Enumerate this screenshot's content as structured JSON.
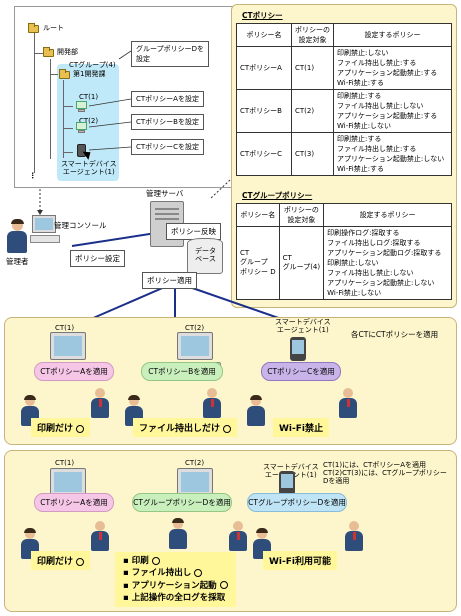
{
  "tree": {
    "root": "ルート",
    "dev_dept": "開発部",
    "ct_group": "CTグループ(4)",
    "dev_section": "第1開発課",
    "ct1": "CT(1)",
    "ct2": "CT(2)",
    "sd_agent": "スマートデバイス\nエージェント(1)",
    "dots": "⋮",
    "callouts": {
      "group_policy": "グループポリシーDを\n設定",
      "policy_a": "CTポリシーAを設定",
      "policy_b": "CTポリシーBを設定",
      "policy_c": "CTポリシーCを設定"
    }
  },
  "ct_policy": {
    "title": "CTポリシー",
    "headers": [
      "ポリシー名",
      "ポリシーの\n設定対象",
      "設定するポリシー"
    ],
    "rows": [
      {
        "name": "CTポリシーA",
        "target": "CT(1)",
        "settings": "印刷禁止:しない\nファイル持出し禁止:する\nアプリケーション起動禁止:する\nWi-Fi禁止:する"
      },
      {
        "name": "CTポリシーB",
        "target": "CT(2)",
        "settings": "印刷禁止:する\nファイル持出し禁止:しない\nアプリケーション起動禁止:する\nWi-Fi禁止:しない"
      },
      {
        "name": "CTポリシーC",
        "target": "CT(3)",
        "settings": "印刷禁止:する\nファイル持出し禁止:する\nアプリケーション起動禁止:しない\nWi-Fi禁止:する"
      }
    ]
  },
  "ct_group_policy": {
    "title": "CTグループポリシー",
    "headers": [
      "ポリシー名",
      "ポリシーの\n設定対象",
      "設定するポリシー"
    ],
    "row": {
      "name": "CT\nグループ\nポリシー D",
      "target": "CT\nグループ(4)",
      "settings": "印刷操作ログ:採取する\nファイル持出しログ:採取する\nアプリケーション起動ログ:採取する\n印刷禁止:しない\nファイル持出し禁止:しない\nアプリケーション起動禁止:しない\nWi-Fi禁止:しない"
    }
  },
  "middle": {
    "admin_console": "管理コンソール",
    "admin": "管理者",
    "policy_setting": "ポリシー設定",
    "mgmt_server": "管理サーバ",
    "policy_reflect": "ポリシー反映",
    "database": "データ\nベース",
    "policy_apply": "ポリシー適用"
  },
  "section1": {
    "header": "各CTにCTポリシーを適用",
    "ct1": "CT(1)",
    "ct2": "CT(2)",
    "sd": "スマートデバイス\nエージェント(1)",
    "pill1": "CTポリシーAを適用",
    "pill2": "CTポリシーBを適用",
    "pill3": "CTポリシーCを適用",
    "label1": "印刷だけ",
    "label2": "ファイル持出しだけ",
    "label3": "Wi-Fi禁止"
  },
  "section2": {
    "note": "CT(1)には、CTポリシーAを適用\nCT(2)CT(3)には、CTグループポリシー\nDを適用",
    "ct1": "CT(1)",
    "ct2": "CT(2)",
    "sd": "スマートデバイス\nエージェント(1)",
    "pill1": "CTポリシーAを適用",
    "pill2": "CTグループポリシーDを適用",
    "pill3": "CTグループポリシーDを適用",
    "label1": "印刷だけ",
    "label3": "Wi-Fi利用可能",
    "list": [
      "印刷",
      "ファイル持出し",
      "アプリケーション起動",
      "上記操作の全ログを採取"
    ]
  },
  "colors": {
    "panel_bg": "#fdf6cc",
    "tree_highlight": "#bfe8f8",
    "pink": "#f6c6e6",
    "green": "#c9efbd",
    "purple": "#c9b4ea",
    "blue": "#bfe4f6",
    "label_yellow": "#fff79a",
    "arrow_blue": "#1a2f8a"
  }
}
